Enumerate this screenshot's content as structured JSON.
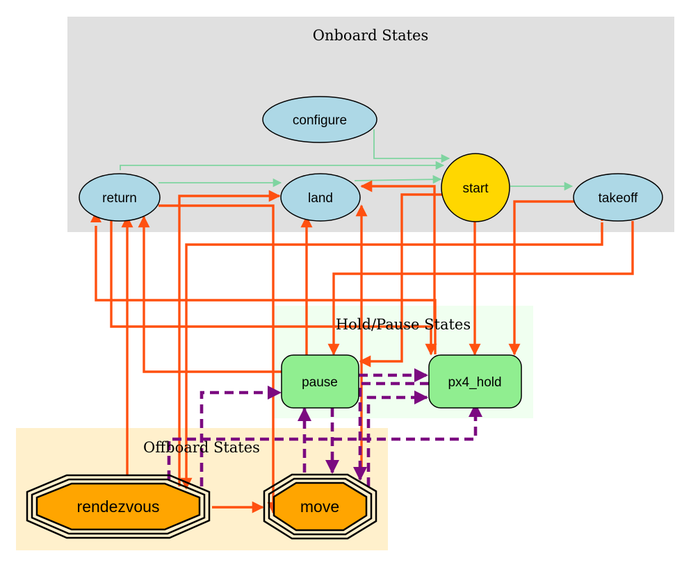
{
  "clusters": {
    "onboard": "Onboard States",
    "hold": "Hold/Pause States",
    "offboard": "Offboard States"
  },
  "nodes": {
    "configure": "configure",
    "return": "return",
    "land": "land",
    "start": "start",
    "takeoff": "takeoff",
    "pause": "pause",
    "px4_hold": "px4_hold",
    "rendezvous": "rendezvous",
    "move": "move"
  },
  "colors": {
    "onboard_bg": "#e0e0e0",
    "hold_bg": "#f0fff0",
    "offboard_bg": "#fff0cc",
    "onboard_node": "#add8e6",
    "start_node": "#ffd700",
    "hold_node": "#90ee90",
    "offboard_node": "#ffa500",
    "edge_red": "#ff5010",
    "edge_green": "#7fd4a0",
    "edge_purple": "#7b0a80"
  }
}
